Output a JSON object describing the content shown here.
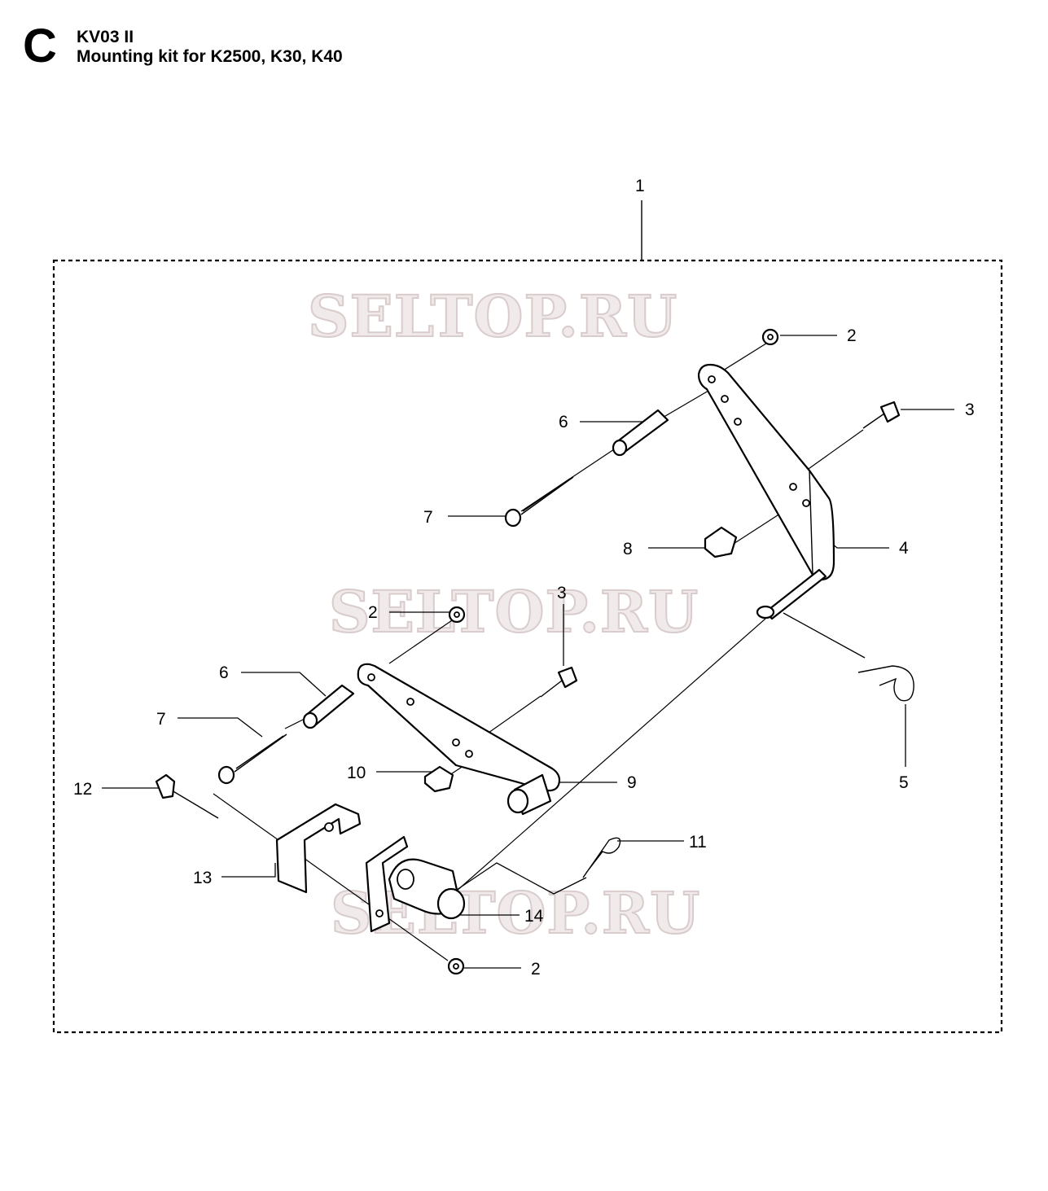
{
  "header": {
    "section_letter": "C",
    "code": "KV03 II",
    "title": "Mounting kit for K2500, K30, K40"
  },
  "watermarks": [
    "SELTOP.RU",
    "SELTOP.RU",
    "SELTOP.RU"
  ],
  "callouts": {
    "c1": "1",
    "c2_top": "2",
    "c3_right": "3",
    "c6_upper": "6",
    "c7_upper": "7",
    "c8": "8",
    "c4": "4",
    "c2_mid": "2",
    "c3_mid": "3",
    "c6_lower": "6",
    "c7_lower": "7",
    "c5": "5",
    "c10": "10",
    "c9": "9",
    "c12": "12",
    "c11": "11",
    "c13": "13",
    "c14": "14",
    "c2_bottom": "2"
  }
}
